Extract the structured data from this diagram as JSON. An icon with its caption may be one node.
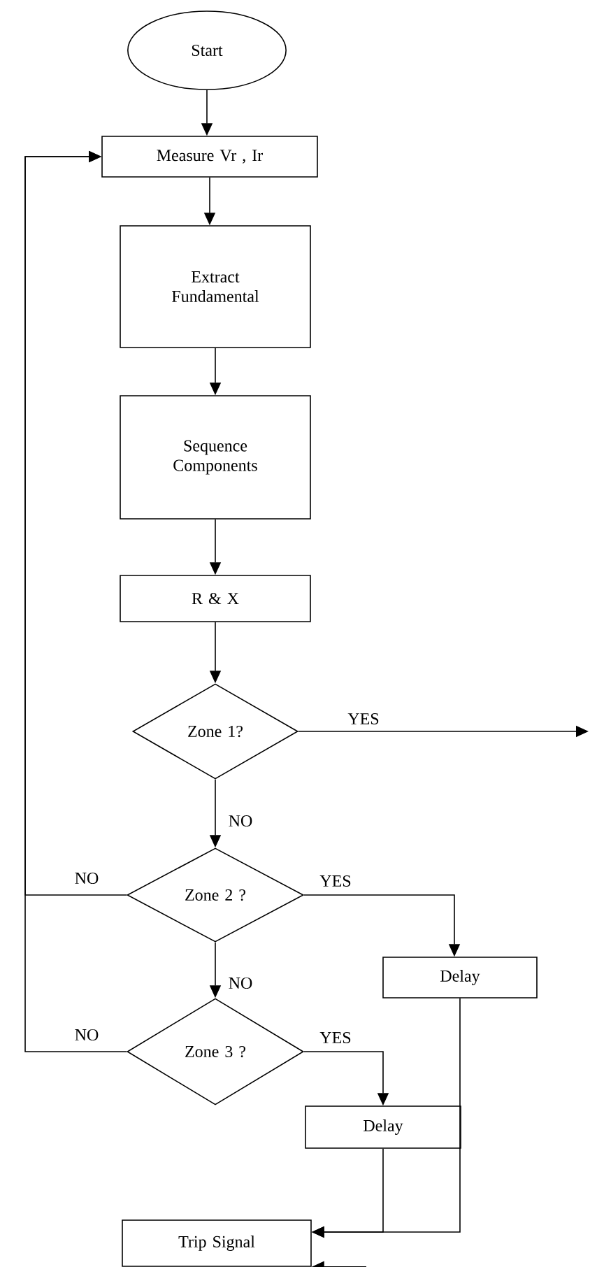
{
  "diagram": {
    "nodes": [
      {
        "text": [
          "Start"
        ]
      },
      {
        "text": [
          "Measure Vr , Ir"
        ]
      },
      {
        "text": [
          "Extract Fundamental"
        ]
      },
      {
        "text": [
          "Sequence Components"
        ]
      },
      {
        "text": [
          "R & X"
        ]
      },
      {
        "text": [
          "Zone 1?"
        ]
      },
      {
        "text": [
          "Zone 2 ?"
        ]
      },
      {
        "text": [
          "Zone 3 ?"
        ]
      },
      {
        "text": [
          "Delay"
        ]
      },
      {
        "text": [
          "Delay"
        ]
      },
      {
        "text": [
          "Trip Signal"
        ]
      }
    ],
    "edges": [
      {
        "from": 0,
        "to": 1,
        "arrow": "to"
      },
      {
        "from": 1,
        "to": 2,
        "arrow": "to"
      },
      {
        "from": 2,
        "to": 3,
        "arrow": "to"
      },
      {
        "from": 3,
        "to": 4,
        "arrow": "to"
      },
      {
        "from": 4,
        "to": 5,
        "arrow": "to"
      },
      {
        "from": 5,
        "to": null,
        "arrow": "to",
        "label": "YES"
      },
      {
        "from": 5,
        "to": 6,
        "arrow": "to",
        "label": "NO"
      },
      {
        "from": 6,
        "to": 1,
        "arrow": "to",
        "label": "NO"
      },
      {
        "from": 6,
        "to": 8,
        "arrow": "to",
        "label": "YES"
      },
      {
        "from": 6,
        "to": 7,
        "arrow": "to",
        "label": "NO"
      },
      {
        "from": 7,
        "to": 1,
        "arrow": "to",
        "label": "NO"
      },
      {
        "from": 7,
        "to": 9,
        "arrow": "to",
        "label": "YES"
      },
      {
        "from": 9,
        "to": 10,
        "arrow": "to"
      },
      {
        "from": 8,
        "to": 10,
        "arrow": "to"
      },
      {
        "from": null,
        "to": 10,
        "arrow": "to"
      }
    ]
  }
}
